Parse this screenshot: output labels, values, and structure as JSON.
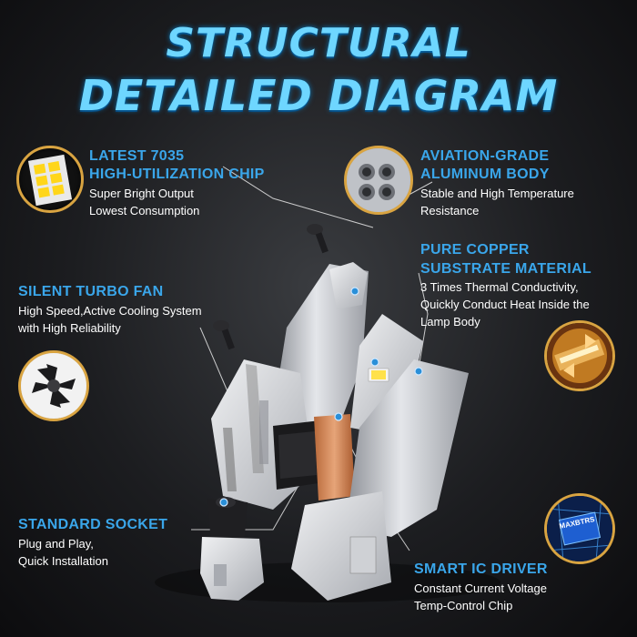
{
  "title": {
    "line1": "STRUCTURAL",
    "line2": "DETAILED DIAGRAM"
  },
  "features": {
    "chip": {
      "title1": "LATEST 7035",
      "title2": "HIGH-UTILIZATION CHIP",
      "desc1": "Super Bright Output",
      "desc2": "Lowest Consumption",
      "icon": "led-chip-icon"
    },
    "aluminum": {
      "title1": "AVIATION-GRADE",
      "title2": "ALUMINUM BODY",
      "desc1": "Stable and High Temperature",
      "desc2": "Resistance",
      "icon": "aluminum-heatsink-icon"
    },
    "copper": {
      "title1": "PURE COPPER",
      "title2": "SUBSTRATE MATERIAL",
      "desc1": "3 Times Thermal Conductivity,",
      "desc2": "Quickly Conduct Heat Inside the",
      "desc3": "Lamp Body",
      "icon": "copper-substrate-icon"
    },
    "fan": {
      "title1": "SILENT TURBO FAN",
      "desc1": "High Speed,Active Cooling System",
      "desc2": "with High Reliability",
      "icon": "turbo-fan-icon"
    },
    "socket": {
      "title1": "STANDARD SOCKET",
      "desc1": "Plug and Play,",
      "desc2": "Quick Installation",
      "icon": "socket-icon"
    },
    "driver": {
      "title1": "SMART IC DRIVER",
      "desc1": "Constant Current Voltage",
      "desc2": "Temp-Control  Chip",
      "icon": "ic-driver-icon",
      "chip_label": "MAXBTRS"
    }
  },
  "colors": {
    "title": "#6ed6ff",
    "feature_title": "#3aa6ea",
    "ring": "#d9a441"
  }
}
